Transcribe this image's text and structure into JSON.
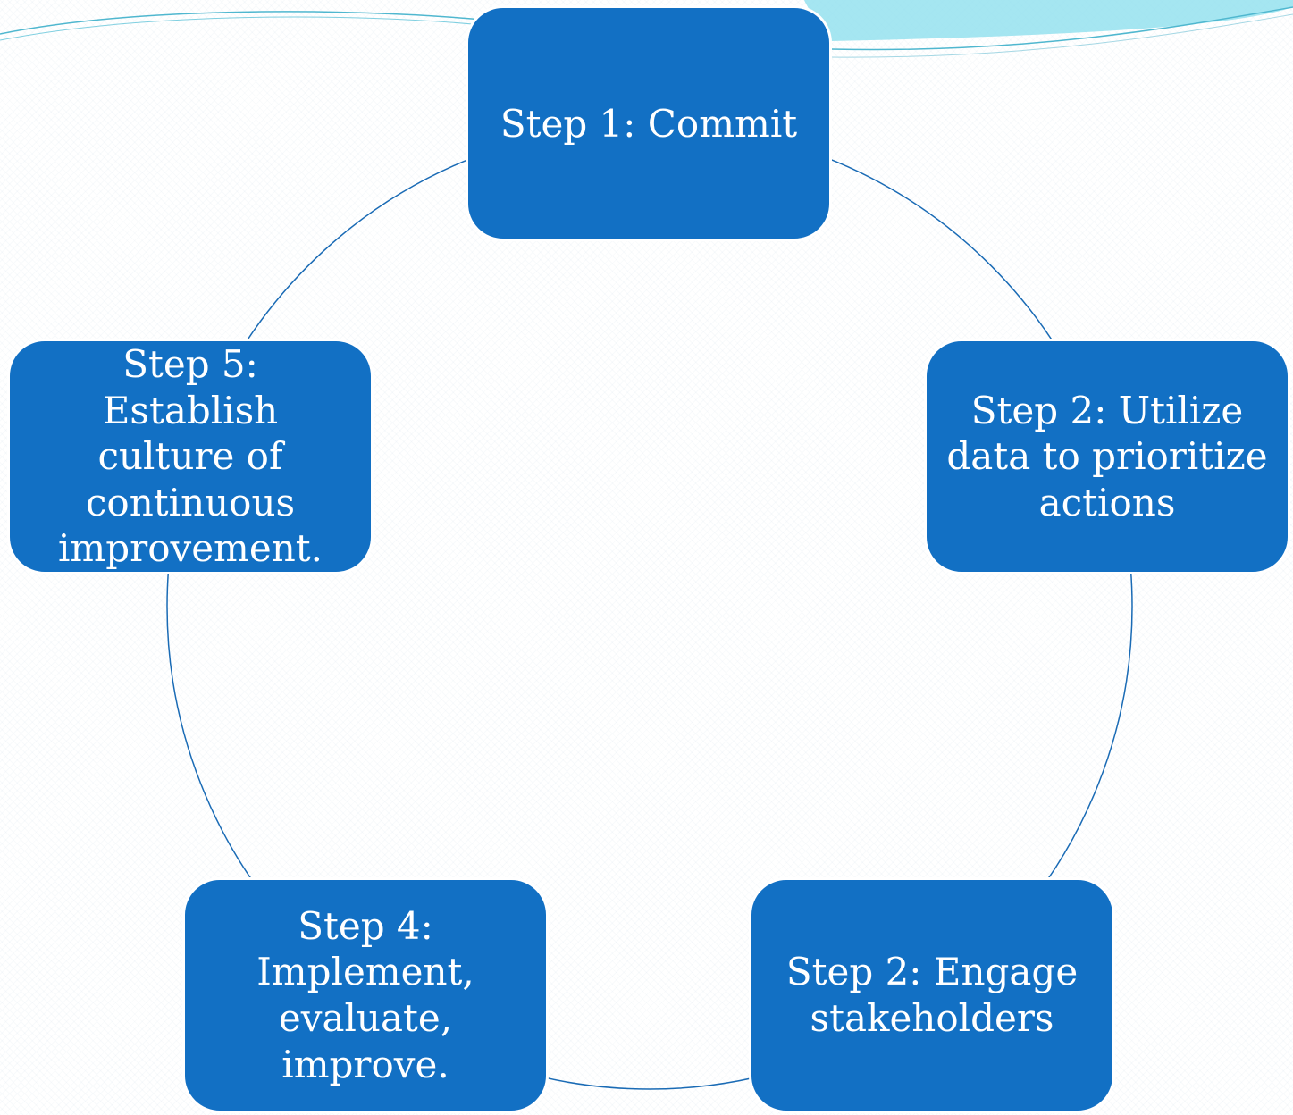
{
  "colors": {
    "box_fill": "#1270c4",
    "box_text": "#ffffff",
    "connector": "#1a6bb5",
    "swoosh": "#5fd0e6"
  },
  "steps": [
    {
      "id": "step-1",
      "label": "Step 1: Commit"
    },
    {
      "id": "step-2-utilize",
      "label": "Step 2: Utilize data to prioritize actions"
    },
    {
      "id": "step-2-engage",
      "label": "Step 2: Engage stakeholders"
    },
    {
      "id": "step-4",
      "label": "Step 4: Implement, evaluate, improve."
    },
    {
      "id": "step-5",
      "label": "Step 5: Establish culture of continuous improvement."
    }
  ]
}
